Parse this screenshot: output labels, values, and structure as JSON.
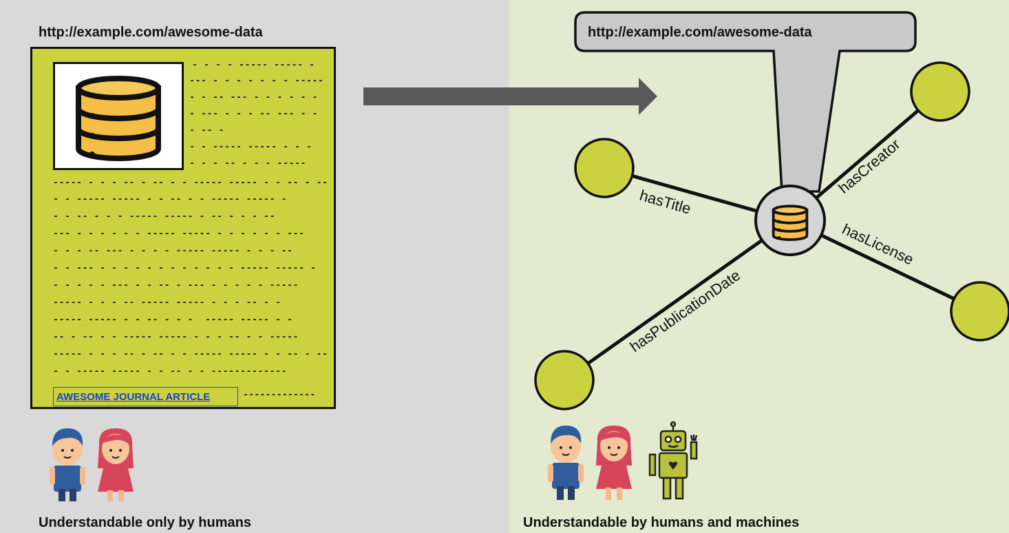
{
  "left": {
    "url": "http://example.com/awesome-data",
    "document": {
      "lines": [
        "- - - - ----- ----- -",
        "--- - - - - - - - -----",
        "- - -- --- - - - - - -",
        "- --- - - - -- --- - -",
        "- -- -",
        "- - ----- ----- - - -",
        "- - - -- - - - -----",
        "----- - - - -- - -- - - ----- ----- - - -- - --",
        "- - ----- ----- - - -- - - ----- ----- -",
        "- - -- - - - ----- ----- - -- - - - --",
        "--- - - - - - - ----- ----- - - - - - - ---",
        "- - - -- --- - - - - ----- ----- - - - --",
        "- - --- - - - - - - - - - - - - ----- ----- -",
        "- - - - - --- - - -- - --- - - - - - -----",
        "----- - - - -- ----- ----- - - - -- - -",
        "----- ----- - - -- - - -  ----- ----- - -",
        "-- - -- - - ----- ----- - - - -- - - -----",
        "----- - - - -- - -- - - ----- ----- - - -- - --",
        "- - ----- ----- - - -- - - -------------"
      ],
      "link_text": "AWESOME JOURNAL ARTICLE",
      "link_trail": "-------------"
    },
    "caption": "Understandable only by humans"
  },
  "right": {
    "url": "http://example.com/awesome-data",
    "edges": [
      {
        "label": "hasTitle"
      },
      {
        "label": "hasCreator"
      },
      {
        "label": "hasLicense"
      },
      {
        "label": "hasPublicationDate"
      }
    ],
    "caption": "Understandable by humans and machines"
  },
  "colors": {
    "node_fill": "#cad240",
    "doc_fill": "#cad240",
    "db_fill": "#f5be46",
    "right_bg": "#e4ead0",
    "left_bg": "#d9d9d9",
    "arrow": "#595959",
    "boy_hair": "#2f5d9e",
    "girl_hair": "#d6455a",
    "robot": "#b8c23a"
  },
  "icons": [
    "database-icon",
    "arrow-right-icon",
    "human-boy-icon",
    "human-girl-icon",
    "robot-icon"
  ]
}
